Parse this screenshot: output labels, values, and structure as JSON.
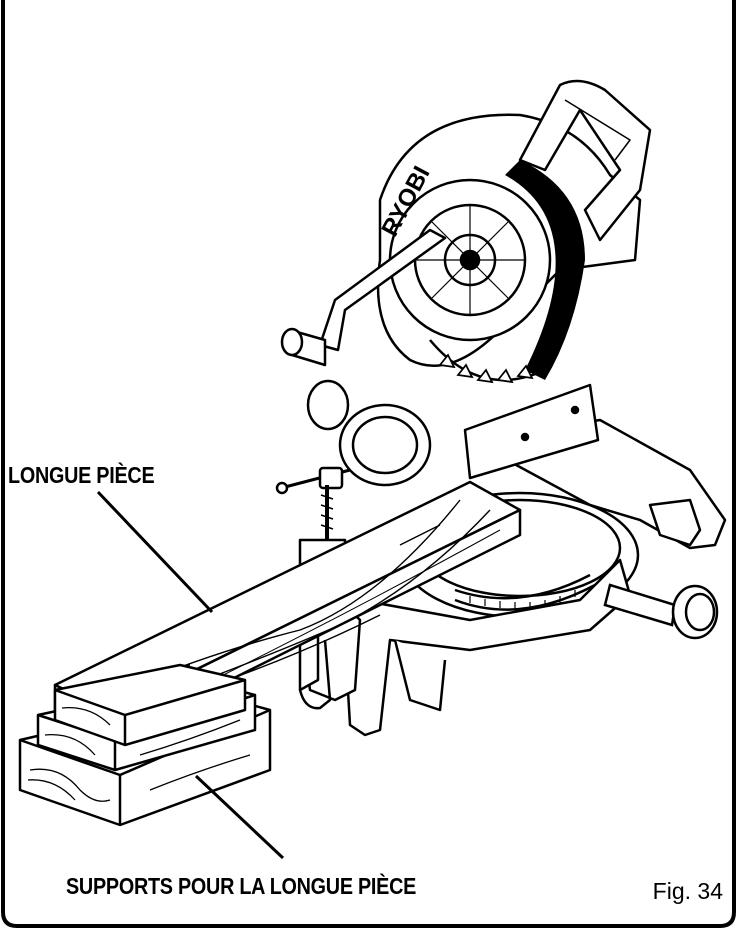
{
  "callouts": {
    "workpiece": "LONGUE PIÈCE",
    "supports": "SUPPORTS POUR LA LONGUE PIÈCE"
  },
  "brand_mark": "RYOBI",
  "figure_number": "Fig. 34",
  "colors": {
    "ink": "#000000",
    "paper": "#ffffff"
  }
}
